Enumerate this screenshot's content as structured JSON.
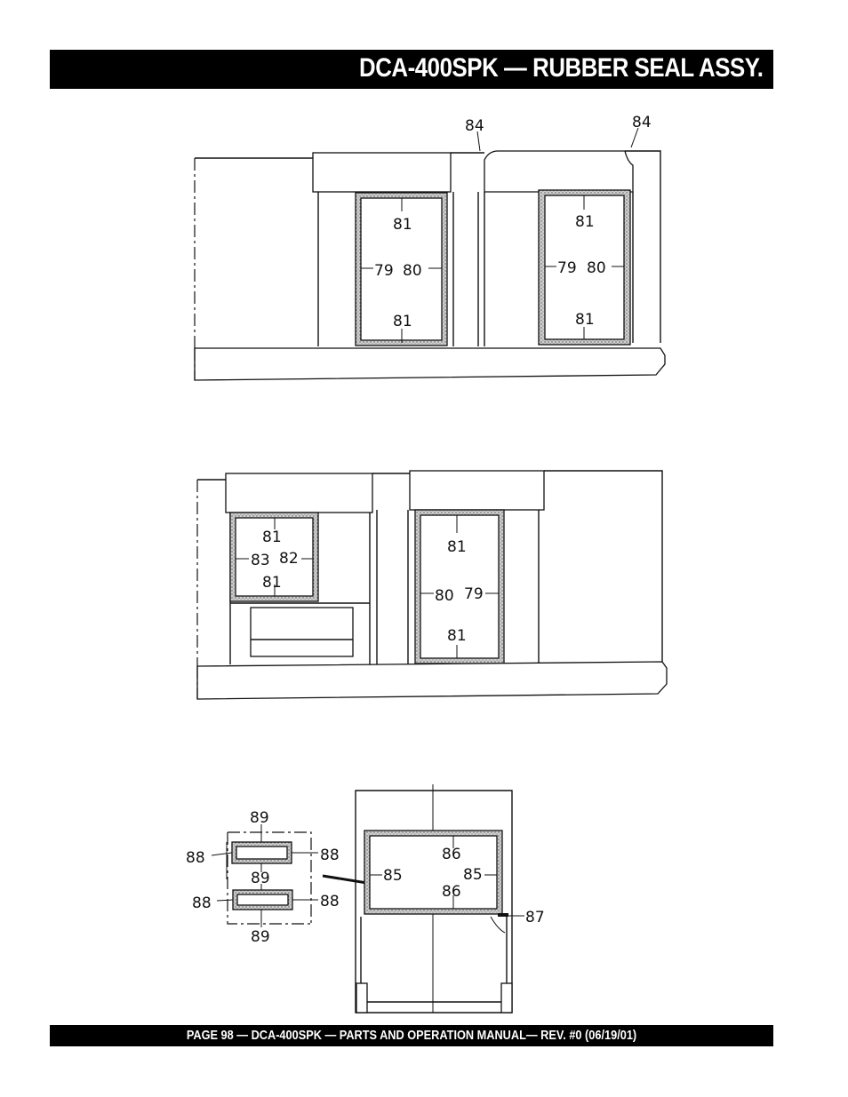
{
  "header": {
    "title": "DCA-400SPK  — RUBBER SEAL ASSY."
  },
  "footer": {
    "text": "PAGE 98 — DCA-400SPK — PARTS AND OPERATION MANUAL— REV. #0  (06/19/01)"
  },
  "diagram": {
    "view1": {
      "callouts": [
        "84",
        "84",
        "81",
        "79",
        "80",
        "81",
        "81",
        "79",
        "80",
        "81"
      ]
    },
    "view2": {
      "callouts": [
        "81",
        "83",
        "82",
        "81",
        "81",
        "80",
        "79",
        "81"
      ]
    },
    "view3": {
      "callouts": [
        "89",
        "88",
        "88",
        "89",
        "88",
        "88",
        "89",
        "86",
        "85",
        "85",
        "86",
        "87"
      ]
    }
  }
}
